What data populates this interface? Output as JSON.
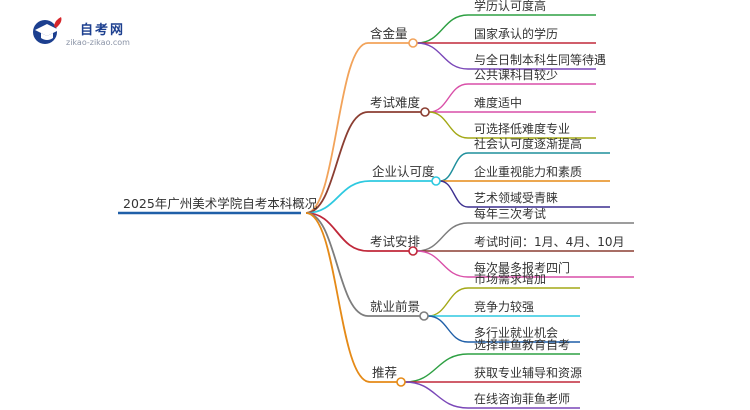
{
  "logo": {
    "name": "自考网",
    "url": "zikao-zikao.com"
  },
  "mindmap": {
    "root": "2025年广州美术学院自考本科概况",
    "branches": [
      {
        "label": "含金量",
        "color": "#f2a35a",
        "children": [
          "学历认可度高",
          "国家承认的学历",
          "与全日制本科生同等待遇"
        ],
        "child_colors": [
          "#2ea043",
          "#c0283a",
          "#7a47b8"
        ]
      },
      {
        "label": "考试难度",
        "color": "#8b3e32",
        "children": [
          "公共课科目较少",
          "难度适中",
          "可选择低难度专业"
        ],
        "child_colors": [
          "#d94fa8",
          "#d94fa8",
          "#a3a816"
        ]
      },
      {
        "label": "企业认可度",
        "color": "#2ec9e0",
        "children": [
          "社会认可度逐渐提高",
          "企业重视能力和素质",
          "艺术领域受青睐"
        ],
        "child_colors": [
          "#1f8f9c",
          "#e58a17",
          "#3c2f8f"
        ]
      },
      {
        "label": "考试安排",
        "color": "#c0283a",
        "children": [
          "每年三次考试",
          "考试时间：1月、4月、10月",
          "每次最多报考四门"
        ],
        "child_colors": [
          "#7d7d7d",
          "#8b3e32",
          "#d94fa8"
        ]
      },
      {
        "label": "就业前景",
        "color": "#7d7d7d",
        "children": [
          "市场需求增加",
          "竞争力较强",
          "多行业就业机会"
        ],
        "child_colors": [
          "#a3a816",
          "#2ec9e0",
          "#1f5fa8"
        ]
      },
      {
        "label": "推荐",
        "color": "#e58a17",
        "children": [
          "选择菲鱼教育自考",
          "获取专业辅导和资源",
          "在线咨询菲鱼老师"
        ],
        "child_colors": [
          "#2ea043",
          "#c0283a",
          "#7a47b8"
        ]
      }
    ]
  },
  "colors": {
    "root_line": "#1f5fa8",
    "logo_primary": "#1c3f8f",
    "logo_accent": "#d6262b"
  }
}
